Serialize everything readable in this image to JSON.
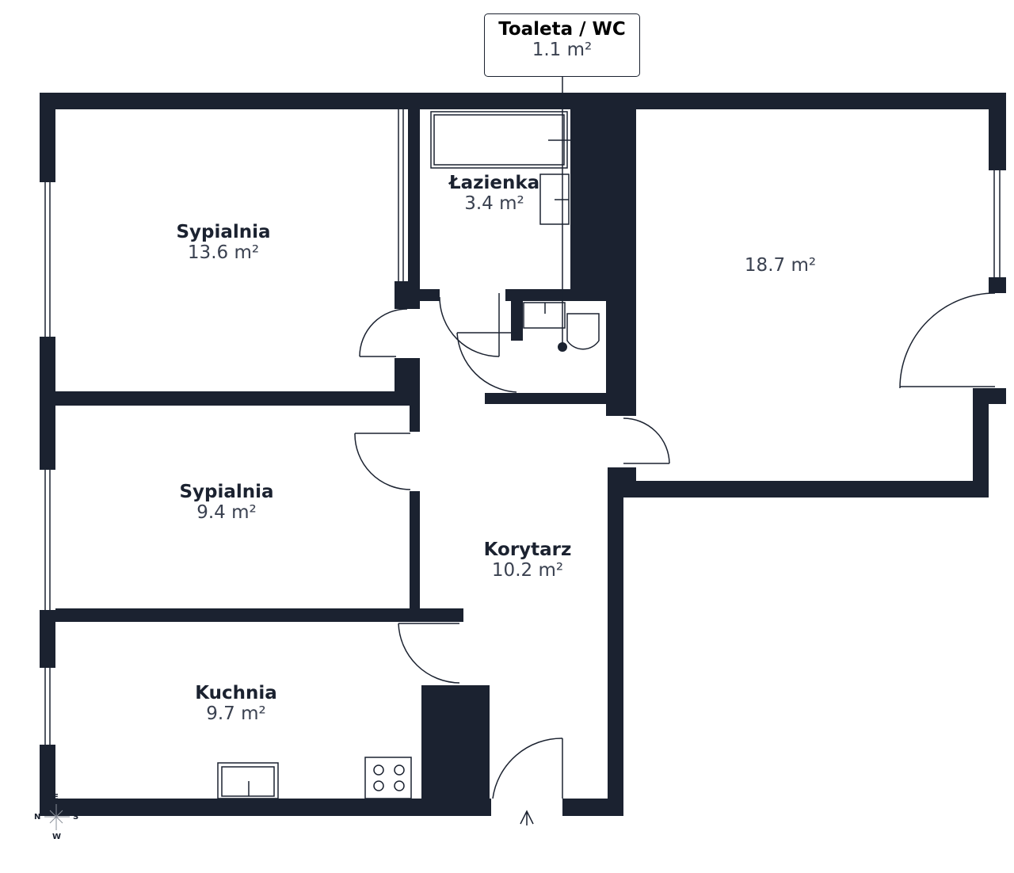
{
  "rooms": [
    {
      "name": "Sypialnia",
      "area": "13.6 m²"
    },
    {
      "name": "Łazienka",
      "area": "3.4 m²"
    },
    {
      "name": "",
      "area": "18.7 m²"
    },
    {
      "name": "Sypialnia",
      "area": "9.4 m²"
    },
    {
      "name": "Korytarz",
      "area": "10.2 m²"
    },
    {
      "name": "Kuchnia",
      "area": "9.7 m²"
    }
  ],
  "callout": {
    "name": "Toaleta / WC",
    "area": "1.1 m²"
  },
  "compass": {
    "n": "N",
    "e": "E",
    "s": "S",
    "w": "W"
  },
  "colors": {
    "wall": "#1b2230"
  }
}
